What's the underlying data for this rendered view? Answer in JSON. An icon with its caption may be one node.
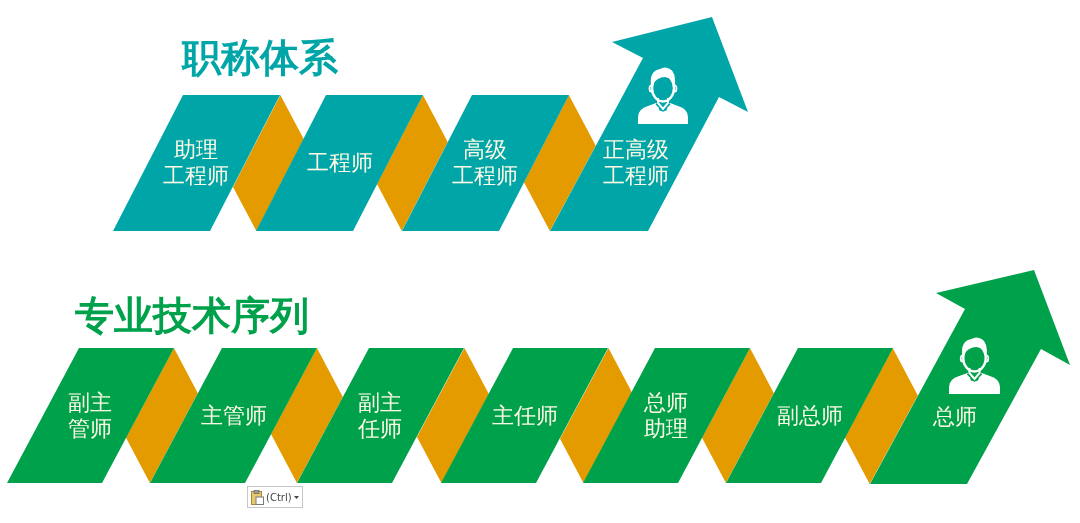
{
  "diagram": {
    "nodes": [
      {
        "text": [
          "助理工程师"
        ]
      },
      {
        "text": [],
        "shape": "parallelogram"
      },
      {
        "text": [
          "工程师"
        ]
      },
      {
        "text": [],
        "shape": "parallelogram"
      },
      {
        "text": [
          "高级工程师"
        ]
      },
      {
        "text": [],
        "shape": "parallelogram"
      },
      {
        "text": [
          "正高级工程师"
        ]
      },
      {
        "text": [
          "副主管师"
        ]
      },
      {
        "text": [],
        "shape": "parallelogram"
      },
      {
        "text": [
          "主管师"
        ]
      },
      {
        "text": [],
        "shape": "parallelogram"
      },
      {
        "text": [
          "副主任师"
        ]
      },
      {
        "text": [],
        "shape": "parallelogram"
      },
      {
        "text": [
          "主任师"
        ]
      },
      {
        "text": [],
        "shape": "parallelogram"
      },
      {
        "text": [
          "总师助理"
        ]
      },
      {
        "text": [],
        "shape": "parallelogram"
      },
      {
        "text": [
          "副总师"
        ]
      },
      {
        "text": [],
        "shape": "parallelogram"
      },
      {
        "text": [
          "总师"
        ]
      }
    ],
    "labels": [
      "职称体系",
      "专业技术序列",
      "(Ctrl)"
    ]
  }
}
